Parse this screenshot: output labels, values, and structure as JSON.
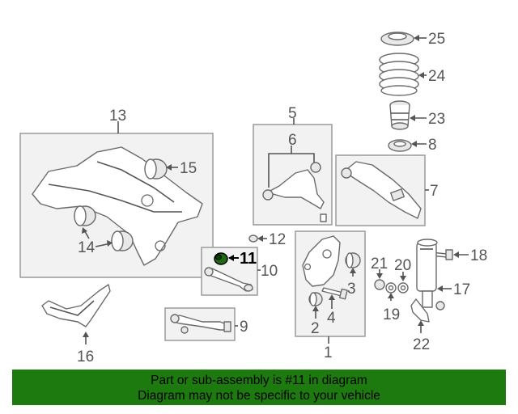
{
  "highlight_callout": "11",
  "colors": {
    "banner": "#1d7a0f",
    "highlight_part": "#1f6b12"
  },
  "callouts": {
    "c1": "1",
    "c2": "2",
    "c3": "3",
    "c4": "4",
    "c5": "5",
    "c6": "6",
    "c7": "7",
    "c8": "8",
    "c9": "9",
    "c10": "10",
    "c11": "11",
    "c12": "12",
    "c13": "13",
    "c14": "14",
    "c15": "15",
    "c16": "16",
    "c17": "17",
    "c18": "18",
    "c19": "19",
    "c20": "20",
    "c21": "21",
    "c22": "22",
    "c23": "23",
    "c24": "24",
    "c25": "25"
  },
  "banner": {
    "line1": "Part or sub-assembly is #11 in diagram",
    "line2": "Diagram may not be specific to your vehicle"
  }
}
